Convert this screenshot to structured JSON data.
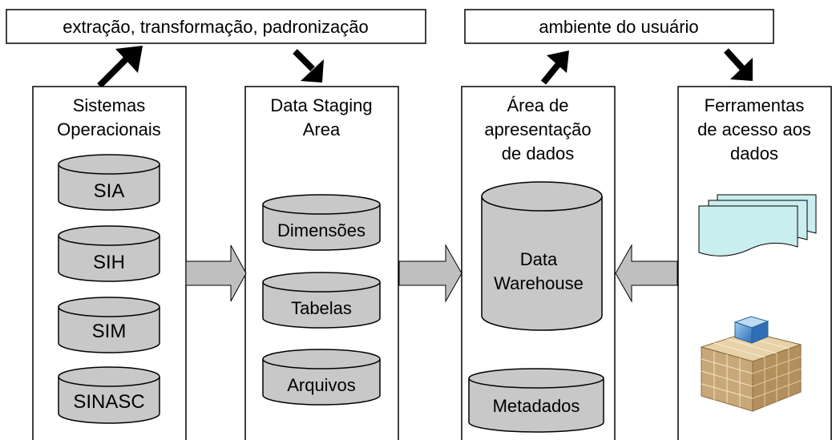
{
  "top_labels": {
    "etl": "extração, transformação, padronização",
    "user_env": "ambiente do usuário"
  },
  "columns": {
    "sources": {
      "title_lines": [
        "Sistemas",
        "Operacionais"
      ],
      "databases": [
        "SIA",
        "SIH",
        "SIM",
        "SINASC"
      ]
    },
    "staging": {
      "title_lines": [
        "Data Staging",
        "Area"
      ],
      "databases": [
        "Dimensões",
        "Tabelas",
        "Arquivos"
      ]
    },
    "presentation": {
      "title_lines": [
        "Área de",
        "apresentação",
        "de dados"
      ],
      "warehouse_lines": [
        "Data",
        "Warehouse"
      ],
      "metadata": "Metadados"
    },
    "tools": {
      "title_lines": [
        "Ferramentas",
        "de acesso aos",
        "dados"
      ],
      "icons": [
        "documents-icon",
        "data-cube-icon"
      ]
    }
  },
  "colors": {
    "cylinder_fill": "#c8c8c8",
    "arrow_fill": "#bfbfbf",
    "document_fill": "#c9eef0",
    "cube_brown": "#c8a878",
    "cube_blue": "#4f86c6"
  }
}
